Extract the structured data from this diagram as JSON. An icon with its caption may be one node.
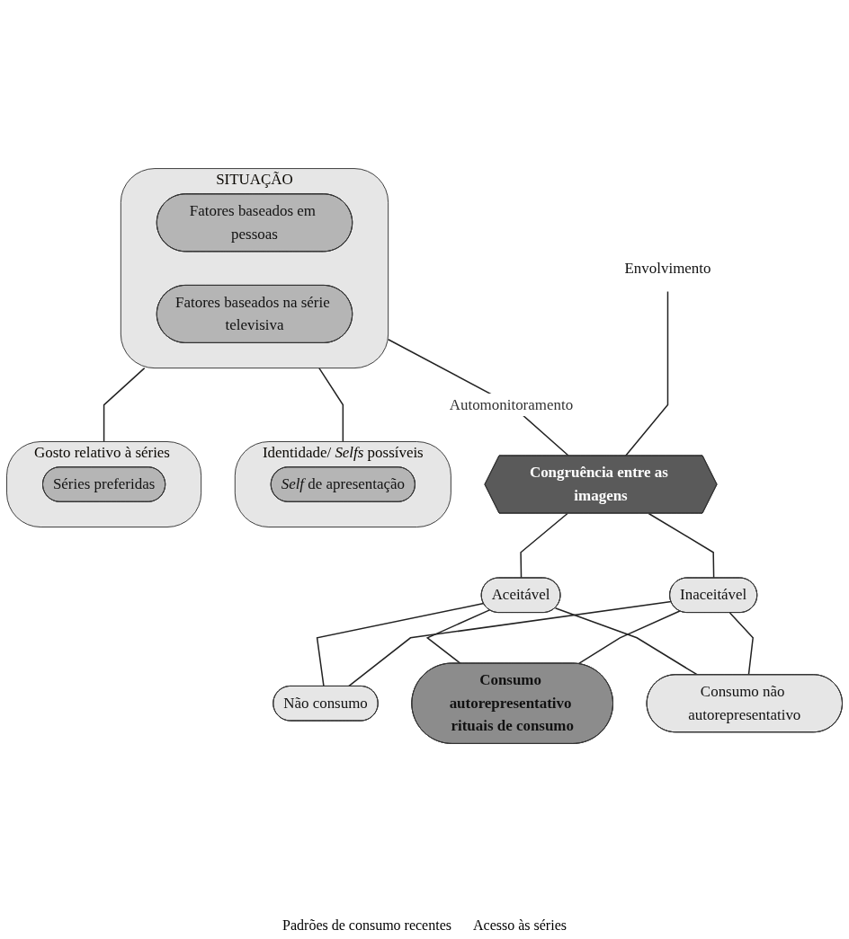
{
  "diagram": {
    "nodes": [
      {
        "text": [
          "SITUAÇÃO"
        ]
      },
      {
        "text": [
          "Fatores baseados em pessoas"
        ],
        "in": 0
      },
      {
        "text": [
          "Fatores baseados na série televisiva"
        ],
        "in": 0
      },
      {
        "text": [
          "Envolvimento"
        ]
      },
      {
        "text": [
          "Identidade/ *Selfs* possíveis"
        ]
      },
      {
        "text": [
          "*Self* de apresentação"
        ],
        "in": 4
      },
      {
        "text": [
          "Congruência entre as imagens"
        ]
      },
      {
        "text": [
          "Gosto relativo à séries televisivas"
        ]
      },
      {
        "text": [
          "Séries preferidas"
        ],
        "in": 7
      },
      {
        "text": [
          "Inaceitável"
        ]
      },
      {
        "text": [
          "Aceitável"
        ]
      },
      {
        "text": [
          "Não consumo"
        ]
      },
      {
        "text": [
          "Consumo autorepresentativo rituais de consumo"
        ]
      },
      {
        "text": [
          "Consumo não autorepresentativo"
        ]
      }
    ],
    "edges": [
      {
        "from": 0,
        "to": 4,
        "arrow": "none"
      },
      {
        "from": 0,
        "to": 6,
        "arrow": "none",
        "label": "Automonitoramento"
      },
      {
        "from": 0,
        "to": 7,
        "arrow": "none"
      },
      {
        "from": 3,
        "to": 6,
        "arrow": "none"
      },
      {
        "from": 6,
        "to": 9,
        "arrow": "none"
      },
      {
        "from": 6,
        "to": 10,
        "arrow": "none"
      },
      {
        "from": 9,
        "to": 11,
        "arrow": "none"
      },
      {
        "from": 9,
        "to": 12,
        "arrow": "none"
      },
      {
        "from": 9,
        "to": 13,
        "arrow": "none"
      },
      {
        "from": 10,
        "to": 11,
        "arrow": "none"
      },
      {
        "from": 10,
        "to": 12,
        "arrow": "none"
      },
      {
        "from": 10,
        "to": 13,
        "arrow": "none"
      }
    ],
    "labels": [
      "Padrões de consumo recentes",
      "Acesso às séries"
    ]
  }
}
